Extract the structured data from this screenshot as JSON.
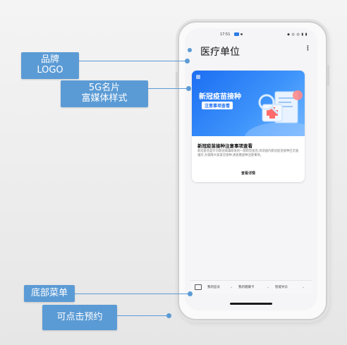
{
  "callouts": {
    "brand_logo_1": "品牌",
    "brand_logo_2": "LOGO",
    "card_style_1": "5G名片",
    "card_style_2": "富媒体样式",
    "bottom_menu": "底部菜单",
    "clickable": "可点击预约"
  },
  "status_bar": {
    "time": "17:51",
    "right_icons": "◆ ◎ ◎ ▮ ▮"
  },
  "header": {
    "title": "医疗单位",
    "more": "⋮"
  },
  "card": {
    "banner_title": "新冠疫苗接种",
    "banner_tag": "注意事项查看",
    "heading": "新冠疫苗接种注意事项查看",
    "body": "新冠疫苗是针对新冠病毒研发的一款新型疫苗,目前国内新冠疫苗接种已全面铺开,为保障大家安全接种,请查看接种注意事项。",
    "link": "查看详情"
  },
  "bottom_menu": {
    "items": [
      "我的挂号",
      "我的健康卡",
      "智能导诊"
    ]
  },
  "colors": {
    "accent": "#5b9bd5",
    "banner": "#1c6ef2"
  },
  "icons": {
    "keyboard": "keyboard-icon",
    "more": "more-vert-icon"
  }
}
